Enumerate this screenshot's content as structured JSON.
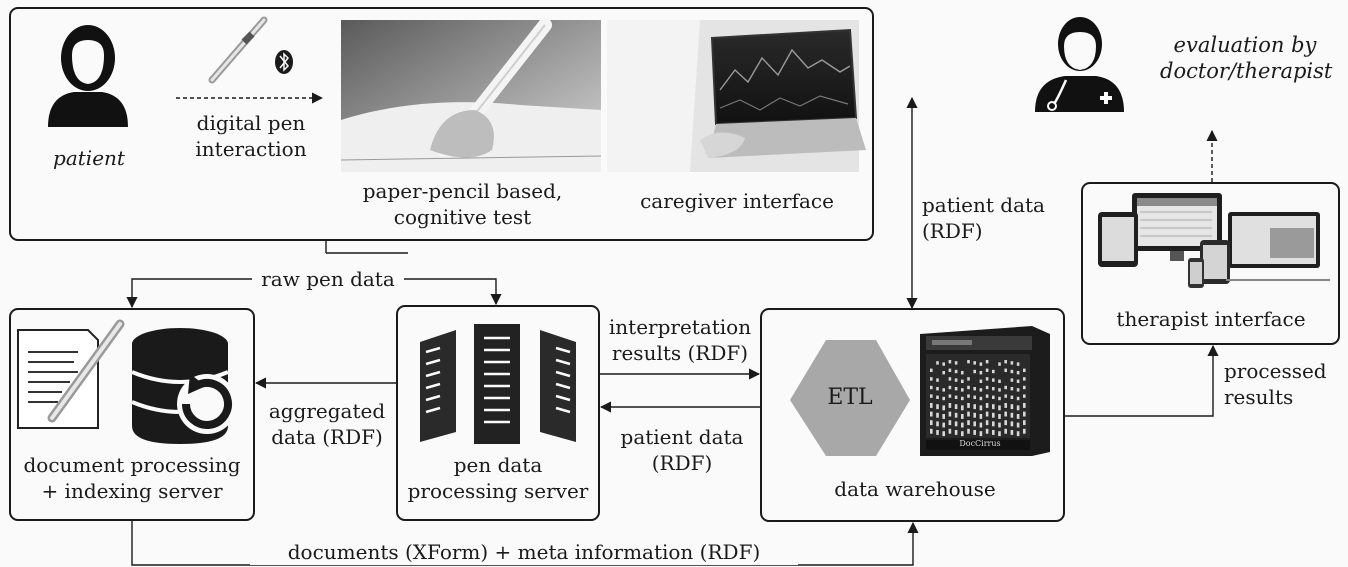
{
  "patient": {
    "label": "patient"
  },
  "pen_interaction": {
    "line1": "digital pen",
    "line2": "interaction"
  },
  "paper_test": {
    "line1": "paper-pencil based,",
    "line2": "cognitive test"
  },
  "caregiver": {
    "label": "caregiver interface"
  },
  "doctor": {
    "line1": "evaluation by",
    "line2": "doctor/therapist"
  },
  "patient_data_vertical": {
    "line1": "patient data",
    "line2": "(RDF)"
  },
  "raw_pen": {
    "label": "raw pen data"
  },
  "therapist": {
    "label": "therapist interface"
  },
  "processed": {
    "line1": "processed",
    "line2": "results"
  },
  "interp": {
    "line1": "interpretation",
    "line2": "results (RDF)"
  },
  "patient_data_back": {
    "line1": "patient data",
    "line2": "(RDF)"
  },
  "aggregated": {
    "line1": "aggregated",
    "line2": "data (RDF)"
  },
  "doc_server": {
    "line1": "document processing",
    "line2": "+ indexing server"
  },
  "pen_server": {
    "line1": "pen data",
    "line2": "processing server"
  },
  "warehouse": {
    "label": "data warehouse",
    "etl": "ETL",
    "brand": "DocCirrus"
  },
  "documents": {
    "label": "documents (XForm) + meta information (RDF)"
  },
  "icons": [
    "person-icon",
    "digital-pen-icon",
    "bluetooth-icon",
    "doctor-icon",
    "document-icon",
    "database-refresh-icon",
    "server-rack-icon",
    "etl-hexagon-icon",
    "server-hardware-icon",
    "devices-icon"
  ]
}
